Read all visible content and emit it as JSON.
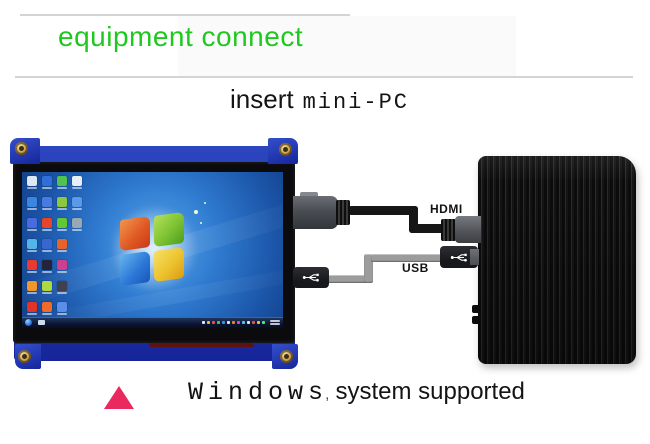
{
  "header": {
    "title": "equipment connect"
  },
  "subtitle": {
    "action": "insert",
    "device": "mini-PC"
  },
  "connections": {
    "hdmi_label": "HDMI",
    "usb_label": "USB"
  },
  "display": {
    "desktop_icon_rows": [
      [
        "#dce8f4",
        "#2f6fd8",
        "#4fc24f",
        "#e8eef6"
      ],
      [
        "#3a86e0",
        "#4a7ae0",
        "#8cc83e",
        "#5a9ae8"
      ],
      [
        "#4a6ae0",
        "#e8442a",
        "#62c832",
        "#9aa8b4"
      ],
      [
        "#52b4e8",
        "#3a66d0",
        "#e8622e"
      ],
      [
        "#e83a30",
        "#23233a",
        "#cf3f8e"
      ],
      [
        "#f0962a",
        "#b0d840",
        "#40404e"
      ],
      [
        "#e03428",
        "#f06a28",
        "#5a8ee8"
      ]
    ],
    "tray_icon_colors": [
      "#e8e8e8",
      "#f0c040",
      "#e85050",
      "#50c850",
      "#4090e8",
      "#e8e8e8",
      "#f08030",
      "#d050c0",
      "#50c8e8",
      "#e8e8e8",
      "#e85050",
      "#f0c040",
      "#50e870"
    ]
  },
  "footer": {
    "os": "Windows",
    "os_mark": ",",
    "text": "system supported"
  },
  "colors": {
    "accent_green": "#1fc81f",
    "triangle_pink": "#ea2a5f",
    "pcb_blue": "#2236aa",
    "usb_cable_gray": "#9c9c9c",
    "hdmi_cable_black": "#161616"
  }
}
